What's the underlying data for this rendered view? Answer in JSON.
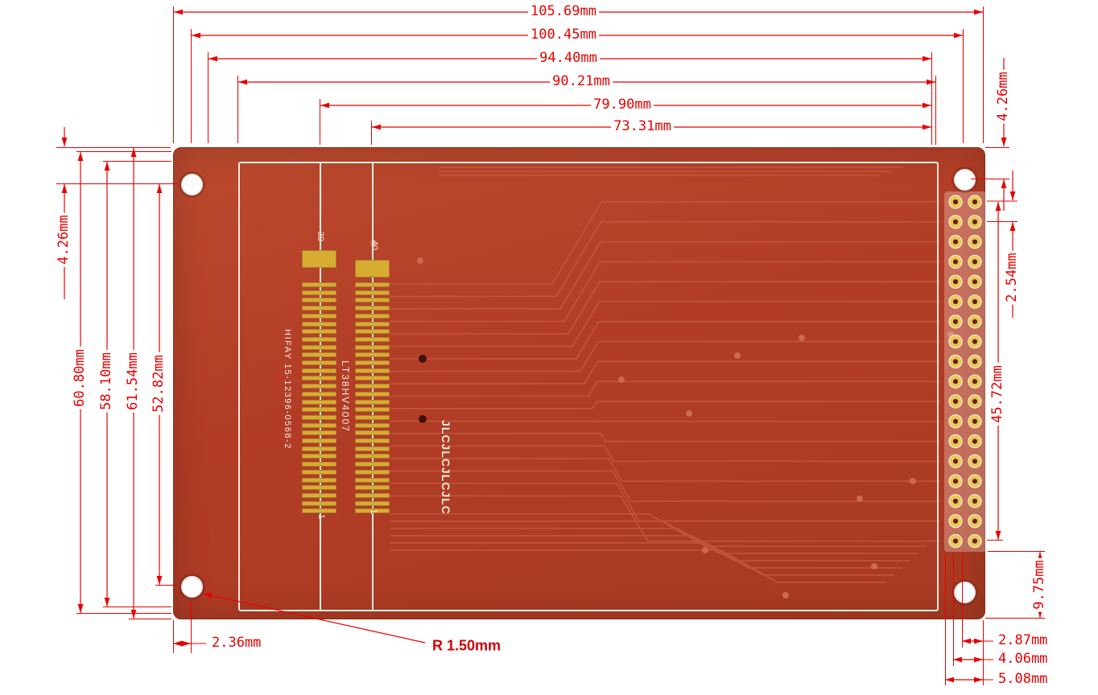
{
  "dimensions": {
    "top": [
      {
        "label": "105.69mm"
      },
      {
        "label": "100.45mm"
      },
      {
        "label": "94.40mm"
      },
      {
        "label": "90.21mm"
      },
      {
        "label": "79.90mm"
      },
      {
        "label": "73.31mm"
      }
    ],
    "left": [
      {
        "label": "4.26mm"
      },
      {
        "label": "60.80mm"
      },
      {
        "label": "58.10mm"
      },
      {
        "label": "61.54mm"
      },
      {
        "label": "52.82mm"
      }
    ],
    "right": [
      {
        "label": "4.26mm"
      },
      {
        "label": "2.54mm"
      },
      {
        "label": "45.72mm"
      },
      {
        "label": "9.75mm"
      }
    ],
    "bottom_right": [
      {
        "label": "2.87mm"
      },
      {
        "label": "4.06mm"
      },
      {
        "label": "5.08mm"
      }
    ],
    "bottom_left": {
      "label": "2.36mm"
    },
    "corner_radius": {
      "label": "R 1.50mm"
    }
  },
  "board": {
    "silkscreen": {
      "pin_left_top": "39",
      "pin_right_top": "40",
      "pin_left_bottom": "1",
      "pin_right_bottom": "1",
      "left_connector_text": "HIFAY 15-12396-0568-2",
      "right_connector_text": "LT38HV4007",
      "brand_text": "JLCJLCJLCJLC"
    },
    "fpc_pad_count": 30,
    "header_rows": 18,
    "header_cols": 2
  },
  "colors": {
    "board_red": "#b23c26",
    "dimension_red": "#e80000",
    "pad_gold": "#d8ab32",
    "silkscreen_white": "#f2ece0",
    "radius_label_red": "#cf0005"
  }
}
